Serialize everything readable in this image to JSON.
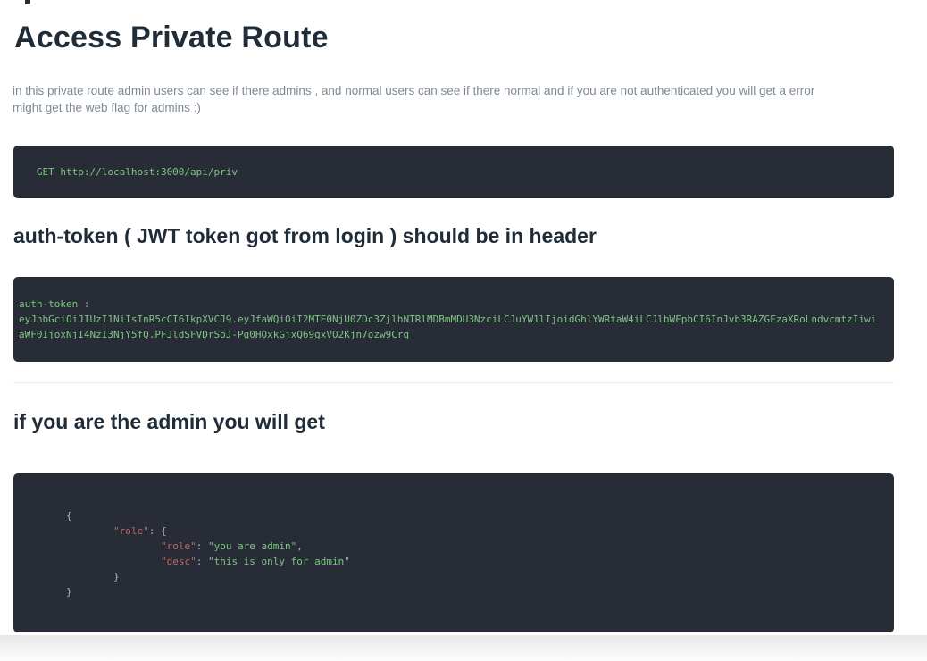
{
  "page": {
    "title": "Access Private Route",
    "description_line1": "in this private route admin users can see if there admins , and normal users can see if there normal and if you are not authenticated you will get a error",
    "description_line2": "might get the web flag for admins :)",
    "auth_heading": "auth-token ( JWT token got from login ) should be in header",
    "admin_heading": "if you are the admin you will get"
  },
  "colors": {
    "code_background": "#272c36",
    "code_green": "#7ec583",
    "code_key_red": "#bd6868",
    "code_punctuation": "#aab3be",
    "heading_text": "#212c39",
    "description_text": "#7d8995",
    "divider": "#e8e8e8"
  },
  "code_blocks": {
    "request": {
      "lines": [
        {
          "segments": [
            {
              "text": "   GET http://localhost:3000/api/priv",
              "color": "green"
            }
          ]
        }
      ]
    },
    "auth_token": {
      "lines": [
        {
          "segments": [
            {
              "text": "auth-token :",
              "color": "green"
            }
          ]
        },
        {
          "segments": [
            {
              "text": "eyJhbGciOiJIUzI1NiIsInR5cCI6IkpXVCJ9.eyJfaWQiOiI2MTE0NjU0ZDc3ZjlhNTRlMDBmMDU3NzciLCJuYW1lIjoidGhlYWRtaW4iLCJlbWFpbCI6InJvb3RAZGFzaXRoLndvcmtzIiwi",
              "color": "green"
            }
          ]
        },
        {
          "segments": [
            {
              "text": "aWF0IjoxNjI4NzI3NjY5fQ.PFJldSFVDrSoJ-Pg0HOxkGjxQ69gxVO2Kjn7ozw9Crg",
              "color": "green"
            }
          ]
        }
      ]
    },
    "admin_response": {
      "lines": [
        {
          "segments": [
            {
              "text": "",
              "color": "punct"
            }
          ]
        },
        {
          "segments": [
            {
              "text": "        {",
              "color": "punct"
            }
          ]
        },
        {
          "segments": [
            {
              "text": "                ",
              "color": "punct"
            },
            {
              "text": "\"role\"",
              "color": "red"
            },
            {
              "text": ": {",
              "color": "punct"
            }
          ]
        },
        {
          "segments": [
            {
              "text": "                        ",
              "color": "punct"
            },
            {
              "text": "\"role\"",
              "color": "red"
            },
            {
              "text": ": ",
              "color": "punct"
            },
            {
              "text": "\"you are admin\"",
              "color": "green"
            },
            {
              "text": ",",
              "color": "punct"
            }
          ]
        },
        {
          "segments": [
            {
              "text": "                        ",
              "color": "punct"
            },
            {
              "text": "\"desc\"",
              "color": "red"
            },
            {
              "text": ": ",
              "color": "punct"
            },
            {
              "text": "\"this is only for admin\"",
              "color": "green"
            }
          ]
        },
        {
          "segments": [
            {
              "text": "                }",
              "color": "punct"
            }
          ]
        },
        {
          "segments": [
            {
              "text": "        }",
              "color": "punct"
            }
          ]
        }
      ]
    }
  }
}
